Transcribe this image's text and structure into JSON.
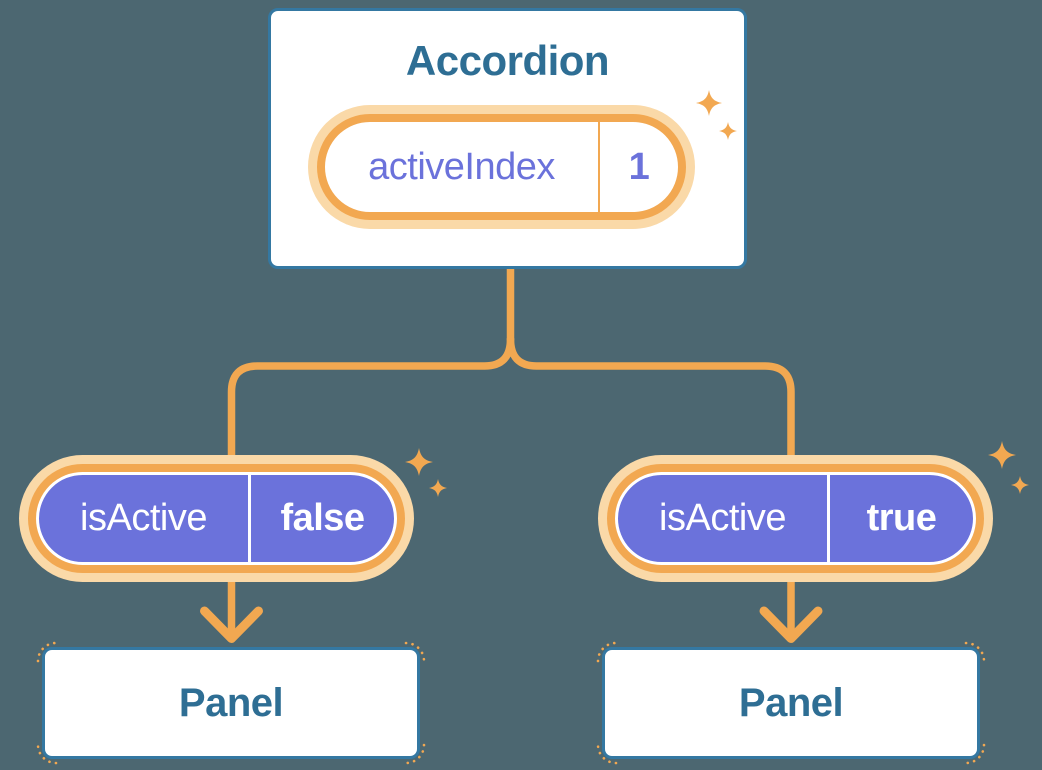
{
  "colors": {
    "background": "#4C6771",
    "card_border": "#3478A2",
    "heading_text": "#2E6E94",
    "prop_purple": "#6B72DB",
    "connector_orange": "#F2A851",
    "orange_glow": "#FAD9A8",
    "card_fill": "#FFFFFF"
  },
  "icons": {
    "sparkle": "sparkle-icon (four-point star ✦)"
  },
  "diagram": {
    "root_component": {
      "title": "Accordion",
      "state": {
        "name": "activeIndex",
        "value": "1"
      }
    },
    "children": [
      {
        "prop": {
          "name": "isActive",
          "value": "false"
        },
        "component": "Panel"
      },
      {
        "prop": {
          "name": "isActive",
          "value": "true"
        },
        "component": "Panel"
      }
    ]
  }
}
